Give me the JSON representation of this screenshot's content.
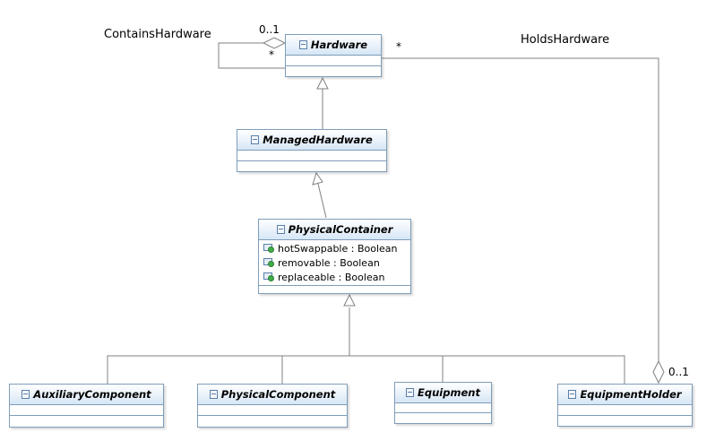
{
  "associations": {
    "contains": {
      "name": "ContainsHardware",
      "source_multiplicity": "0..1",
      "target_multiplicity": "*"
    },
    "holds": {
      "name": "HoldsHardware",
      "source_multiplicity": "0..1",
      "target_multiplicity": "*"
    }
  },
  "classes": {
    "hardware": {
      "name": "Hardware"
    },
    "managed_hardware": {
      "name": "ManagedHardware"
    },
    "physical_container": {
      "name": "PhysicalContainer",
      "attributes": [
        "hotSwappable : Boolean",
        "removable : Boolean",
        "replaceable : Boolean"
      ]
    },
    "auxiliary_component": {
      "name": "AuxiliaryComponent"
    },
    "physical_component": {
      "name": "PhysicalComponent"
    },
    "equipment": {
      "name": "Equipment"
    },
    "equipment_holder": {
      "name": "EquipmentHolder"
    }
  }
}
